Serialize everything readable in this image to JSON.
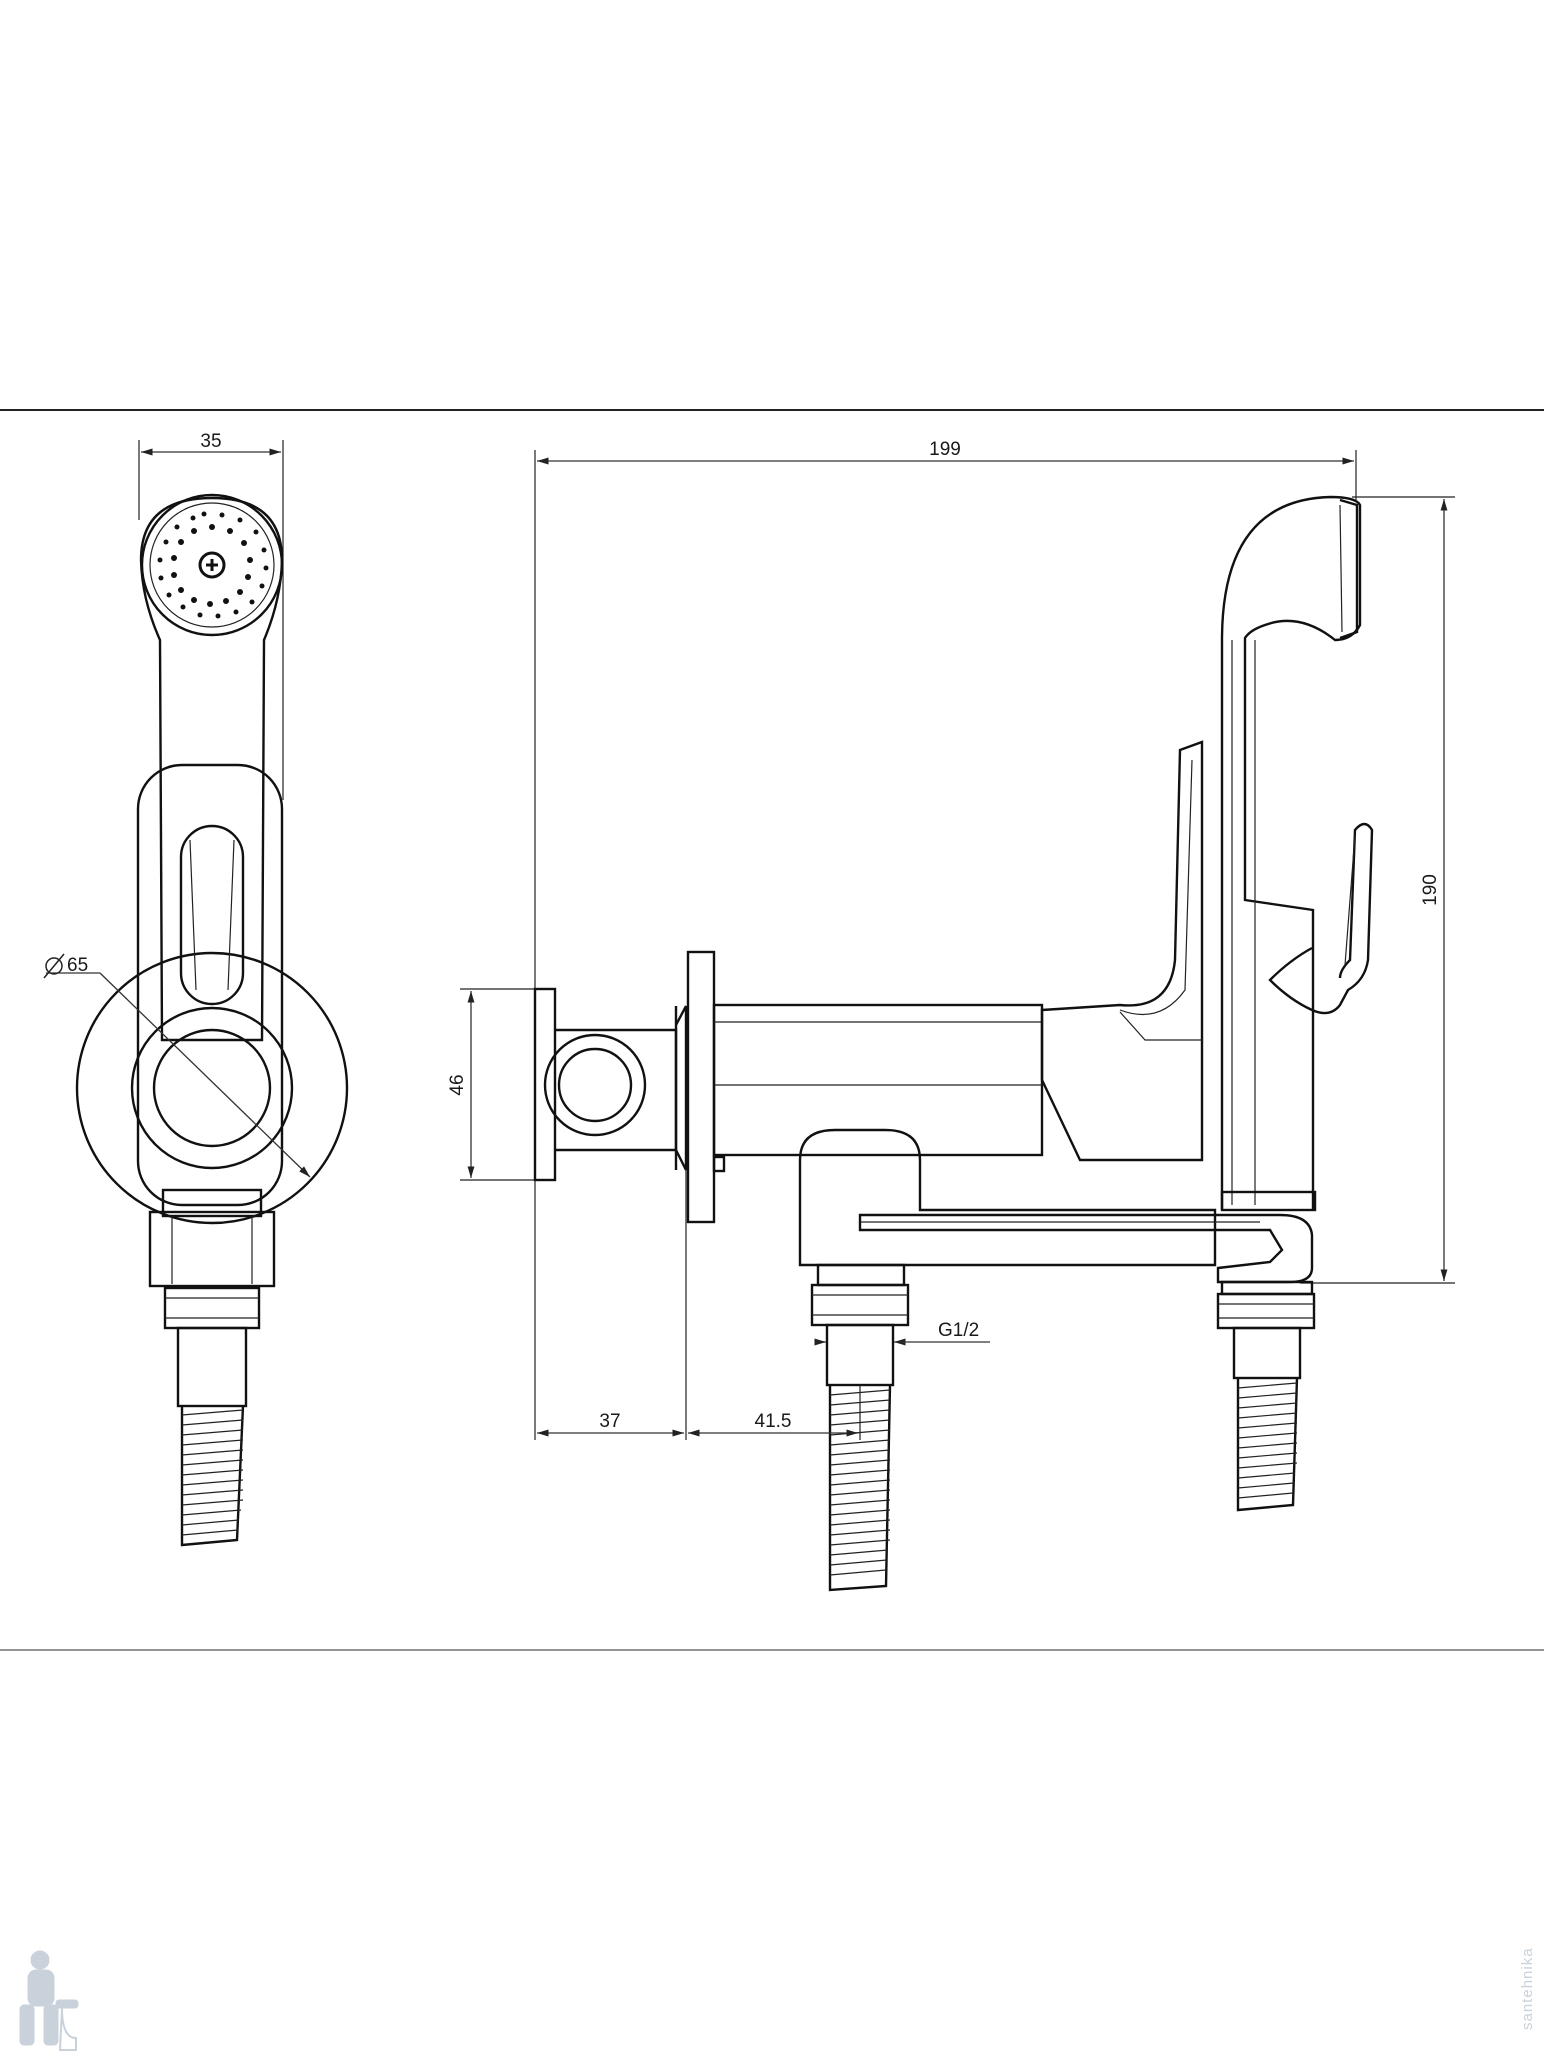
{
  "dimensions": {
    "width_35": "35",
    "length_199": "199",
    "height_190": "190",
    "diameter_65": "65",
    "flange_46": "46",
    "offset_37": "37",
    "offset_41_5": "41.5",
    "thread": "G1/2"
  },
  "watermark_text": "santehnika",
  "colors": {
    "line": "#111111",
    "watermark": "#c9d2da"
  },
  "icons": [
    "diameter-symbol-icon",
    "plumber-logo-icon"
  ]
}
